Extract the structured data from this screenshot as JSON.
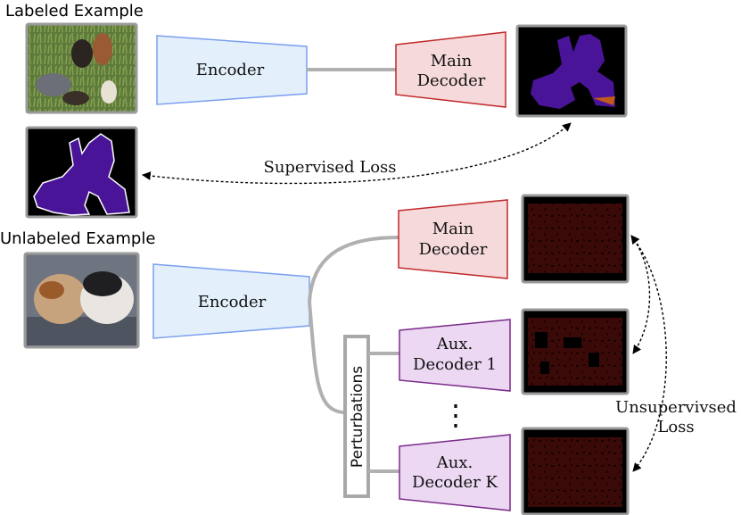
{
  "labeled_section": {
    "title": "Labeled Example",
    "encoder_label": "Encoder",
    "decoder_label_line1": "Main",
    "decoder_label_line2": "Decoder",
    "loss_label": "Supervised Loss"
  },
  "unlabeled_section": {
    "title": "Unlabeled Example",
    "encoder_label": "Encoder",
    "perturbations_label": "Perturbations",
    "main_decoder_line1": "Main",
    "main_decoder_line2": "Decoder",
    "aux_decoder_1_line1": "Aux.",
    "aux_decoder_1_line2": "Decoder 1",
    "aux_decoder_k_line1": "Aux.",
    "aux_decoder_k_line2": "Decoder K",
    "ellipsis": "⋮",
    "loss_label_line1": "Unsupervivsed",
    "loss_label_line2": "Loss"
  },
  "colors": {
    "encoder_fill": "#e3f0fb",
    "encoder_stroke": "#7b9ff0",
    "main_decoder_fill": "#f6d9da",
    "main_decoder_stroke": "#c0282b",
    "aux_decoder_fill": "#ecd8f2",
    "aux_decoder_stroke": "#7a2a8a",
    "connector": "#b0b0b0",
    "mask_bg": "#000000",
    "mask_purple": "#4a1499",
    "unlabeled_pred": "#3a0a08"
  }
}
